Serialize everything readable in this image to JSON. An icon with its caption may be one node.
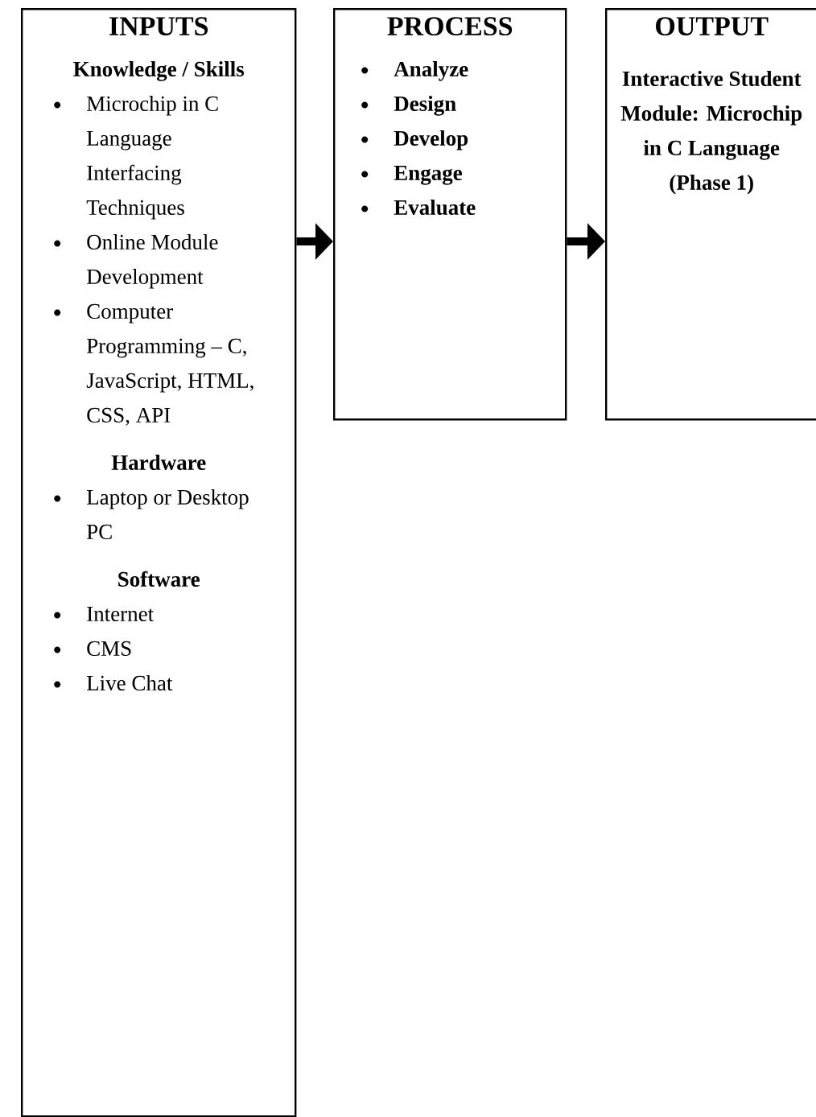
{
  "diagram": {
    "nodes": [
      {
        "text": [
          "INPUTS",
          "Knowledge / Skills",
          "Microchip in C Language Interfacing Techniques",
          "Online Module Development",
          "Computer Programming – C, JavaScript, HTML, CSS, API",
          "Hardware",
          "Laptop or Desktop PC",
          "Software",
          "Internet",
          "CMS",
          "Live Chat"
        ]
      },
      {
        "text": [
          "PROCESS",
          "Analyze",
          "Design",
          "Develop",
          "Engage",
          "Evaluate"
        ]
      },
      {
        "text": [
          "OUTPUT",
          "Interactive Student Module: Microchip in C Language (Phase 1)"
        ]
      }
    ],
    "edges": [
      {
        "from": 0,
        "to": 1,
        "arrow": "to"
      },
      {
        "from": 1,
        "to": 2,
        "arrow": "to"
      }
    ]
  }
}
